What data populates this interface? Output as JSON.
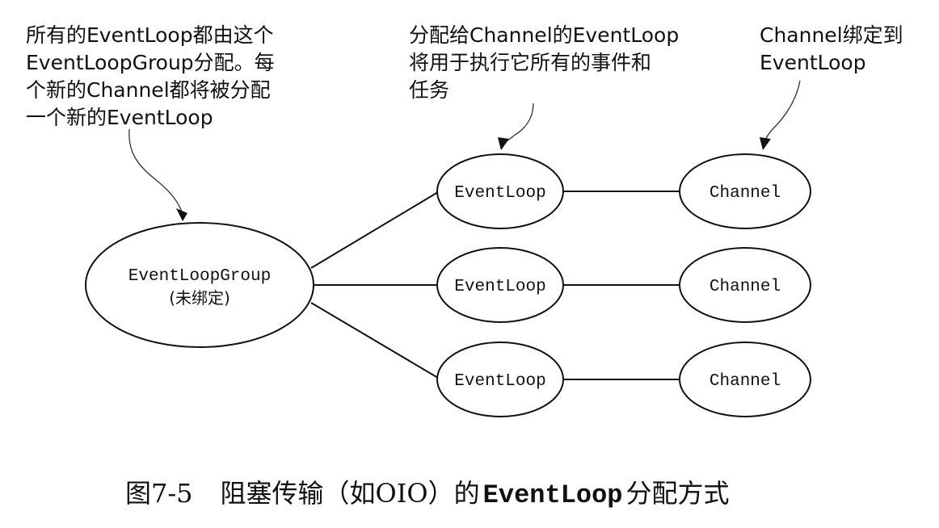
{
  "annotations": {
    "group_note": [
      "所有的EventLoop都由这个",
      "EventLoopGroup分配。每",
      "个新的Channel都将被分配",
      "一个新的EventLoop"
    ],
    "eventloop_note": [
      "分配给Channel的EventLoop",
      "将用于执行它所有的事件和",
      "任务"
    ],
    "channel_note": [
      "Channel绑定到",
      "EventLoop"
    ]
  },
  "nodes": {
    "group": {
      "label": "EventLoopGroup",
      "sublabel": "(未绑定)"
    },
    "eventloops": [
      "EventLoop",
      "EventLoop",
      "EventLoop"
    ],
    "channels": [
      "Channel",
      "Channel",
      "Channel"
    ]
  },
  "caption": {
    "figure_number": "图7-5",
    "prefix": "阻塞传输（如OIO）的",
    "code": "EventLoop",
    "suffix": "分配方式"
  }
}
